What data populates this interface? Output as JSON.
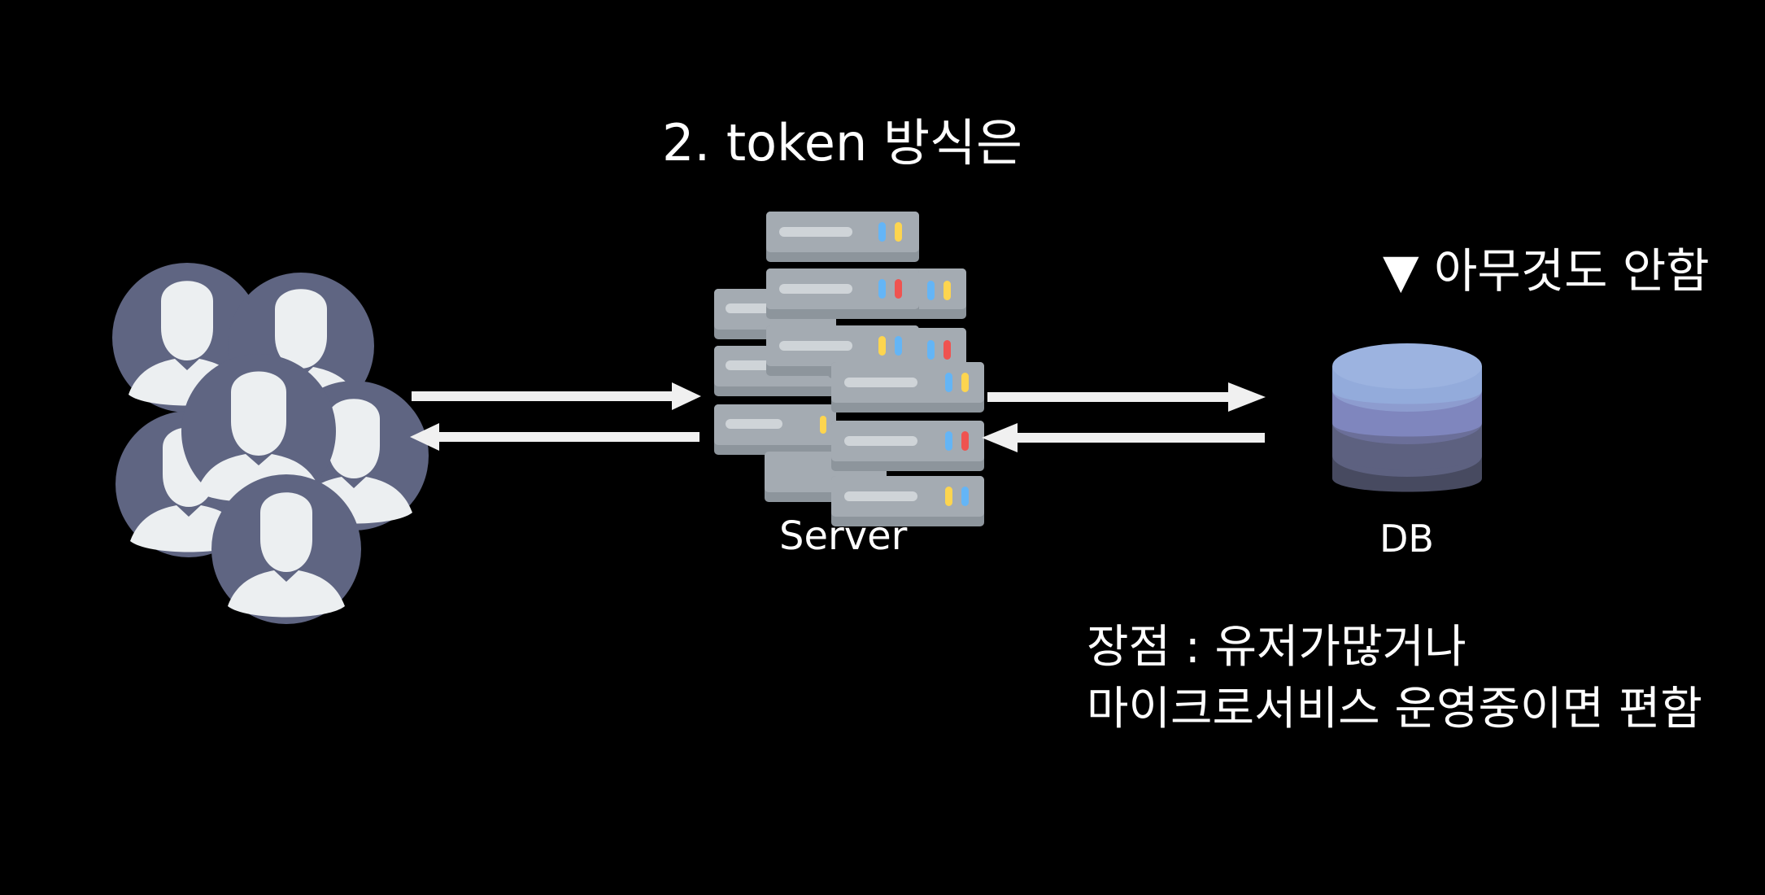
{
  "title": "2. token 방식은",
  "nodes": {
    "users": {
      "icon": "users-group-icon"
    },
    "server": {
      "label": "Server",
      "icon": "server-stack-icon"
    },
    "db": {
      "label": "DB",
      "icon": "database-icon"
    }
  },
  "db_note": "▼ 아무것도 안함",
  "advantage": {
    "line1": "장점 : 유저가많거나",
    "line2": "마이크로서비스 운영중이면 편함"
  },
  "colors": {
    "background": "#000000",
    "text": "#ffffff",
    "arrow": "#f0f0f0",
    "user_circle": "#5f6582",
    "user_silhouette": "#eceff1",
    "server_body": "#8d959c",
    "server_front": "#a4abb2",
    "led_blue": "#64b5f6",
    "led_yellow": "#fdd54f",
    "led_red": "#ef5350",
    "db_top": "#93abdb",
    "db_mid": "#7f86be",
    "db_low": "#5d6180",
    "db_base": "#474a60"
  }
}
